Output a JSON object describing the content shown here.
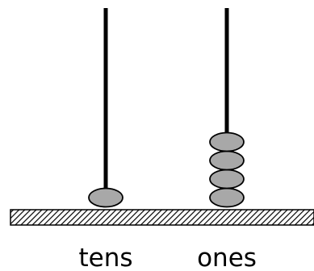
{
  "abacus": {
    "rods": [
      {
        "label": "tens",
        "beads": 1
      },
      {
        "label": "ones",
        "beads": 4
      }
    ]
  },
  "colors": {
    "bead_fill": "#a8a8a8",
    "bead_stroke": "#000000",
    "rod": "#000000",
    "base_stroke": "#000000"
  }
}
